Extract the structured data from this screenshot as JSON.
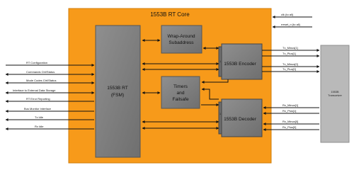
{
  "core": {
    "title": "1553B RT Core"
  },
  "blocks": {
    "fsm": {
      "line1": "1553B RT",
      "line2": "(FSM)"
    },
    "wrap": {
      "line1": "Wrap-Around",
      "line2": "Subaddress"
    },
    "timers": {
      "line1": "Timers",
      "line2": "and",
      "line3": "Failsafe"
    },
    "encoder": {
      "label": "1553B Encoder",
      "side": "1"
    },
    "decoder": {
      "label": "1553B Decoder",
      "side": "1"
    },
    "transceiver": {
      "line1": "1553B",
      "line2": "Transceiver"
    }
  },
  "signals": {
    "left": {
      "rt_configuration": "RT Configuration",
      "commands": "Commands Ctrl/Status",
      "mode_codes": "Mode Codes Ctrl/Status",
      "external_storage": "Interface to External Data Storage",
      "rt_error": "RT Error Reporting",
      "bus_monitor": "Bus Monitor Interface",
      "tx_idle": "Tx Idle",
      "rx_idle": "Rx Idle"
    },
    "right": {
      "clk": "clk (to all)",
      "reset": "rreset_n (to all)",
      "tx_minus_1": "Tx_Minus[1]",
      "tx_plus_1": "Tx_Plus[1]",
      "tx_minus_0": "Tx_Minus[0]",
      "tx_plus_0": "Tx_Plus[0]",
      "rx_minus_1": "Rx_Minus[1]",
      "rx_plus_1": "Rx_Plus[1]",
      "rx_minus_0": "Rx_Minus[0]",
      "rx_plus_0": "Rx_Plus[0]"
    }
  },
  "colors": {
    "core_fill": "#f79a1a",
    "block_fill": "#808080",
    "transceiver_fill": "#b9b9b9",
    "line": "#111111"
  }
}
